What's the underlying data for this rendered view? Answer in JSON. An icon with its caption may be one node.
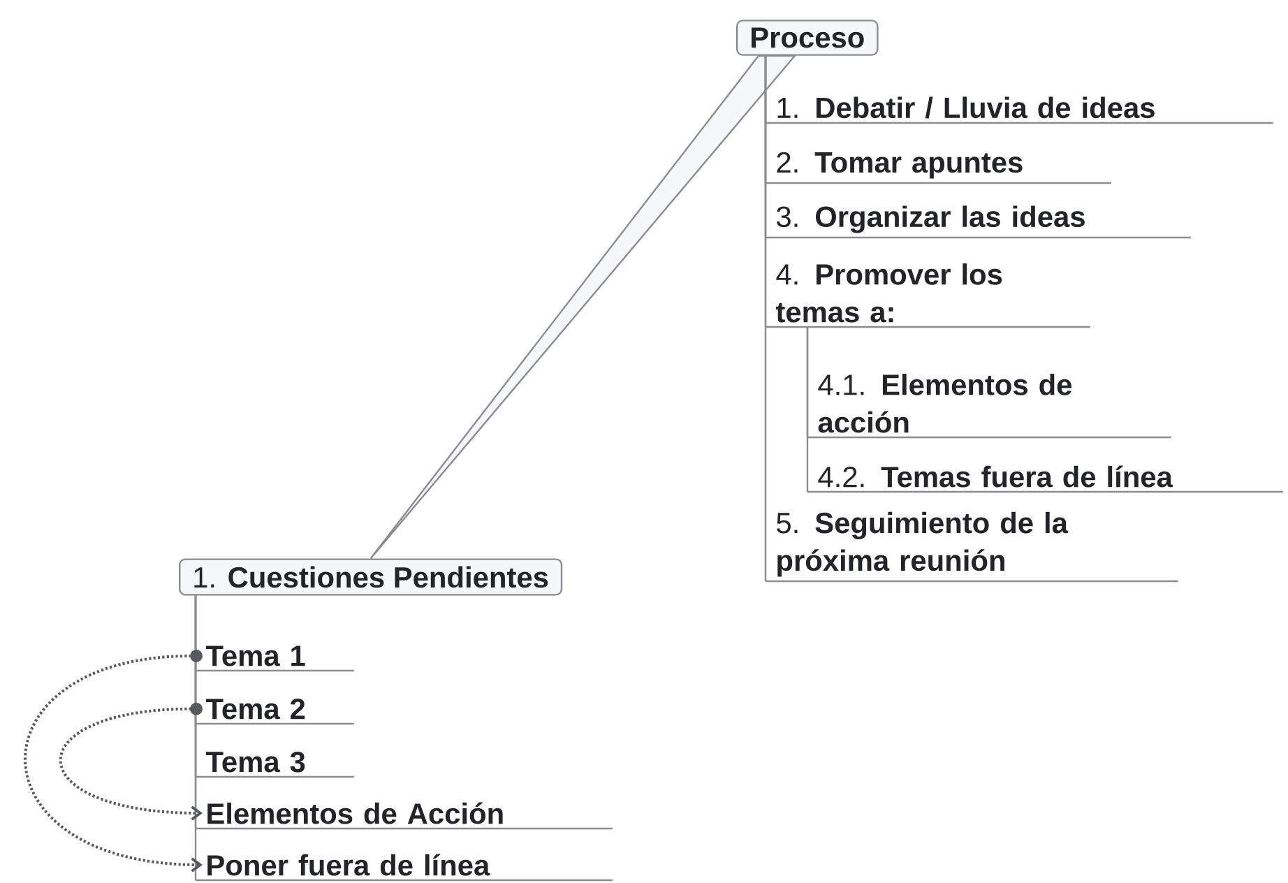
{
  "diagram": {
    "nodes": [
      {
        "text": [
          "Proceso"
        ]
      },
      {
        "text": [
          "1. **Debatir / Lluvia de ideas**"
        ]
      },
      {
        "text": [
          "2. **Tomar apuntes**"
        ]
      },
      {
        "text": [
          "3. **Organizar las ideas**"
        ]
      },
      {
        "text": [
          "4. **Promover los temas a:**"
        ]
      },
      {
        "text": [
          "4.1. **Elementos de acción**"
        ]
      },
      {
        "text": [
          "4.2. **Temas fuera de línea**"
        ]
      },
      {
        "text": [
          "5. **Seguimiento de la próxima reunión**"
        ]
      },
      {
        "text": [
          "1. **Cuestiones Pendientes**"
        ]
      },
      {
        "text": [
          "Tema 1"
        ]
      },
      {
        "text": [
          "Tema 2"
        ]
      },
      {
        "text": [
          "Tema 3"
        ]
      },
      {
        "text": [
          "Elementos de Acción"
        ]
      },
      {
        "text": [
          "Poner fuera de línea"
        ]
      }
    ],
    "edges": [
      {
        "from": 0,
        "to": 8,
        "arrow": "none"
      },
      {
        "from": 0,
        "to": 1,
        "arrow": "none"
      },
      {
        "from": 0,
        "to": 2,
        "arrow": "none"
      },
      {
        "from": 0,
        "to": 3,
        "arrow": "none"
      },
      {
        "from": 0,
        "to": 4,
        "arrow": "none"
      },
      {
        "from": 4,
        "to": 5,
        "arrow": "none"
      },
      {
        "from": 4,
        "to": 6,
        "arrow": "none"
      },
      {
        "from": 0,
        "to": 7,
        "arrow": "none"
      },
      {
        "from": 8,
        "to": 9,
        "arrow": "none"
      },
      {
        "from": 8,
        "to": 10,
        "arrow": "none"
      },
      {
        "from": 8,
        "to": 11,
        "arrow": "none"
      },
      {
        "from": 8,
        "to": 12,
        "arrow": "none"
      },
      {
        "from": 8,
        "to": 13,
        "arrow": "none"
      },
      {
        "from": 9,
        "to": 13,
        "arrow": "to",
        "style": "dashed",
        "color": "#555a60"
      },
      {
        "from": 10,
        "to": 12,
        "arrow": "to",
        "style": "dashed",
        "color": "#555a60"
      }
    ]
  }
}
